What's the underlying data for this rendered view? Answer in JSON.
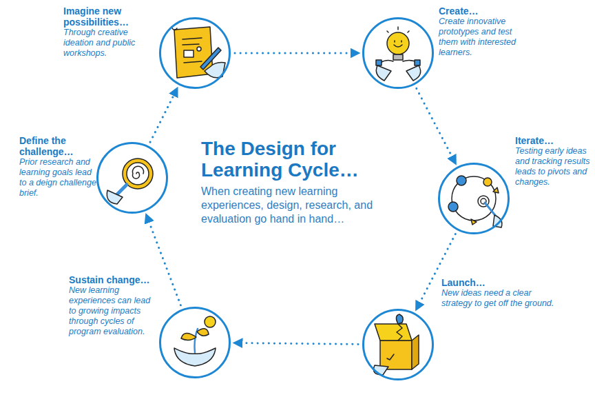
{
  "diagram": {
    "title": "The Design for Learning Cycle…",
    "nodes": [
      {
        "text": [
          "Imagine new possibilities…",
          "Through creative ideation and public workshops."
        ]
      },
      {
        "text": [
          "Create…",
          "Create innovative prototypes and test them with interested learners."
        ]
      },
      {
        "text": [
          "Iterate…",
          "Testing early ideas and tracking results leads to pivots and changes."
        ]
      },
      {
        "text": [
          "Launch…",
          "New ideas need a clear strategy to get off the ground."
        ]
      },
      {
        "text": [
          "Sustain change…",
          "New learning experiences can lead to growing impacts through cycles of program evaluation."
        ]
      },
      {
        "text": [
          "Define the challenge…",
          "Prior research and learning goals lead to a deign challenge brief."
        ]
      }
    ],
    "edges": [
      {
        "from": 0,
        "to": 1,
        "arrow": "to"
      },
      {
        "from": 1,
        "to": 2,
        "arrow": "to"
      },
      {
        "from": 2,
        "to": 3,
        "arrow": "to"
      },
      {
        "from": 3,
        "to": 4,
        "arrow": "to"
      },
      {
        "from": 4,
        "to": 5,
        "arrow": "to"
      },
      {
        "from": 5,
        "to": 0,
        "arrow": "to"
      }
    ],
    "labels": [
      "When creating new learning experiences, design, research, and evaluation go hand in hand…"
    ]
  }
}
